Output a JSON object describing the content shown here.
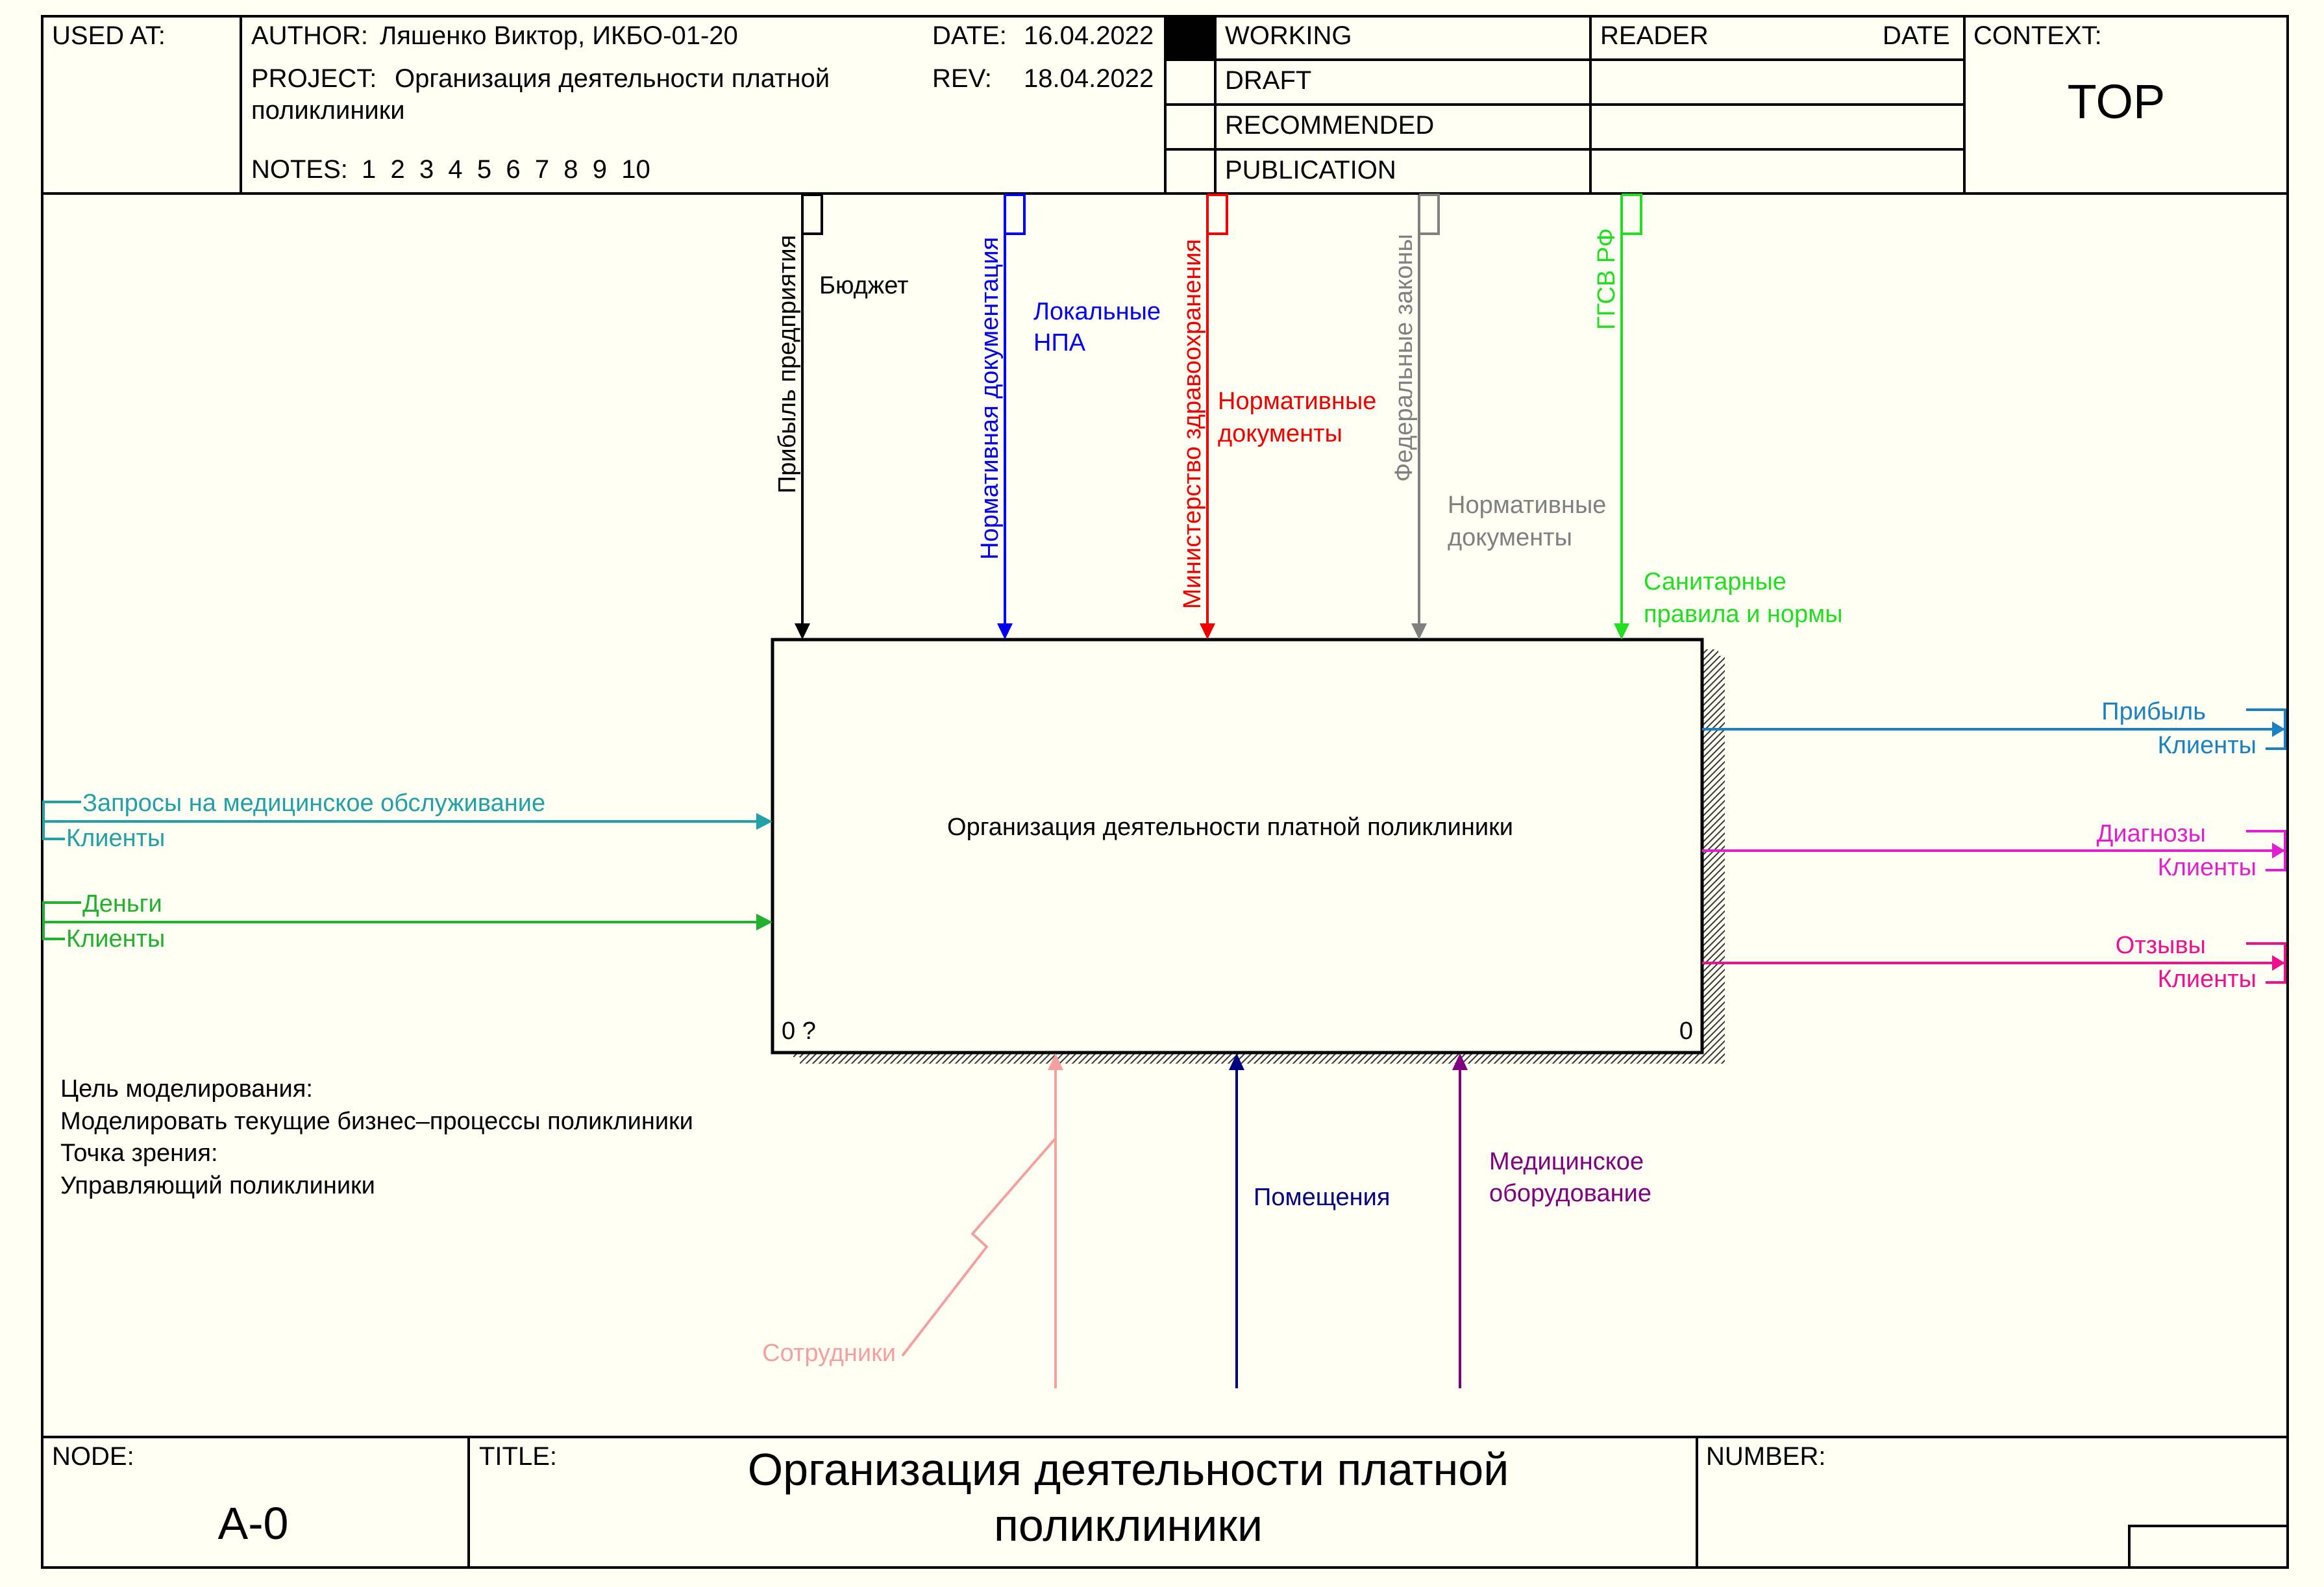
{
  "header": {
    "used_at_label": "USED AT:",
    "author_label": "AUTHOR:",
    "author_value": "Ляшенко Виктор, ИКБО-01-20",
    "project_label": "PROJECT:",
    "project_line1": "Организация деятельности платной",
    "project_line2": "поликлиники",
    "date_label": "DATE:",
    "date_value": "16.04.2022",
    "rev_label": "REV:",
    "rev_value": "18.04.2022",
    "notes_label": "NOTES:",
    "notes_values": "1  2  3  4  5  6  7  8  9  10",
    "status_working": "WORKING",
    "status_draft": "DRAFT",
    "status_recommended": "RECOMMENDED",
    "status_publication": "PUBLICATION",
    "reader_label": "READER",
    "reader_date_label": "DATE",
    "context_label": "CONTEXT:",
    "context_value": "TOP"
  },
  "activity": {
    "name": "Организация деятельности платной поликлиники",
    "number_left": "0 ?",
    "number_right": "0"
  },
  "controls": [
    {
      "arrow_label": "Прибыль предприятия",
      "tunnel_label": "Бюджет",
      "color": "#000000"
    },
    {
      "arrow_label": "Нормативная документация",
      "tunnel_label_1": "Локальные",
      "tunnel_label_2": "НПА",
      "color": "#0000ee"
    },
    {
      "arrow_label": "Министерство здравоохранения",
      "tunnel_label_1": "Нормативные",
      "tunnel_label_2": "документы",
      "color": "#ee0000"
    },
    {
      "arrow_label": "Федеральные законы",
      "tunnel_label_1": "Нормативные",
      "tunnel_label_2": "документы",
      "color": "#808080"
    },
    {
      "arrow_label": "ГГСВ РФ",
      "tunnel_label_1": "Санитарные",
      "tunnel_label_2": "правила и нормы",
      "color": "#22dd22"
    }
  ],
  "inputs": [
    {
      "label": "Запросы на медицинское обслуживание",
      "source": "Клиенты",
      "color": "#22a0a8"
    },
    {
      "label": "Деньги",
      "source": "Клиенты",
      "color": "#22b030"
    }
  ],
  "outputs": [
    {
      "label": "Прибыль",
      "target": "Клиенты",
      "color": "#1a80c0"
    },
    {
      "label": "Диагнозы",
      "target": "Клиенты",
      "color": "#e020d0"
    },
    {
      "label": "Отзывы",
      "target": "Клиенты",
      "color": "#ee1090"
    }
  ],
  "mechanisms": [
    {
      "label": "Сотрудники",
      "color": "#f4a0a0"
    },
    {
      "label": "Помещения",
      "color": "#000080"
    },
    {
      "label_1": "Медицинское",
      "label_2": "оборудование",
      "color": "#800080"
    }
  ],
  "purpose": {
    "line1": "Цель моделирования:",
    "line2": "Моделировать текущие бизнес–процессы поликлиники",
    "line3": "Точка зрения:",
    "line4": "Управляющий поликлиники"
  },
  "footer": {
    "node_label": "NODE:",
    "node_value": "А-0",
    "title_label": "TITLE:",
    "title_line1": "Организация деятельности платной",
    "title_line2": "поликлиники",
    "number_label": "NUMBER:"
  }
}
